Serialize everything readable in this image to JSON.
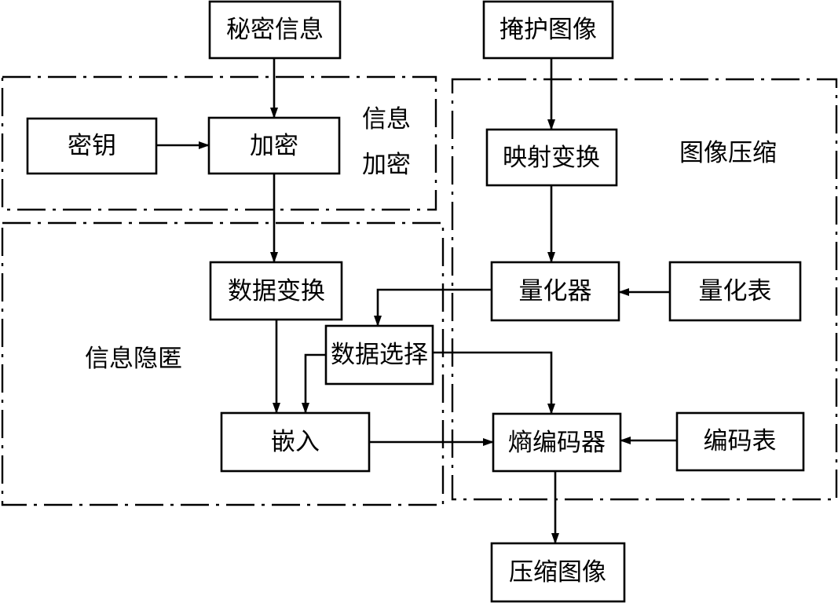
{
  "nodes": {
    "secret_info": "秘密信息",
    "cover_image": "掩护图像",
    "key": "密钥",
    "encrypt": "加密",
    "map_transform": "映射变换",
    "data_transform": "数据变换",
    "quantizer": "量化器",
    "quant_table": "量化表",
    "data_select": "数据选择",
    "embed": "嵌入",
    "entropy_coder": "熵编码器",
    "code_table": "编码表",
    "compressed_image": "压缩图像"
  },
  "regions": {
    "info_encrypt_line1": "信息",
    "info_encrypt_line2": "加密",
    "info_hiding": "信息隐匿",
    "image_compress": "图像压缩"
  }
}
